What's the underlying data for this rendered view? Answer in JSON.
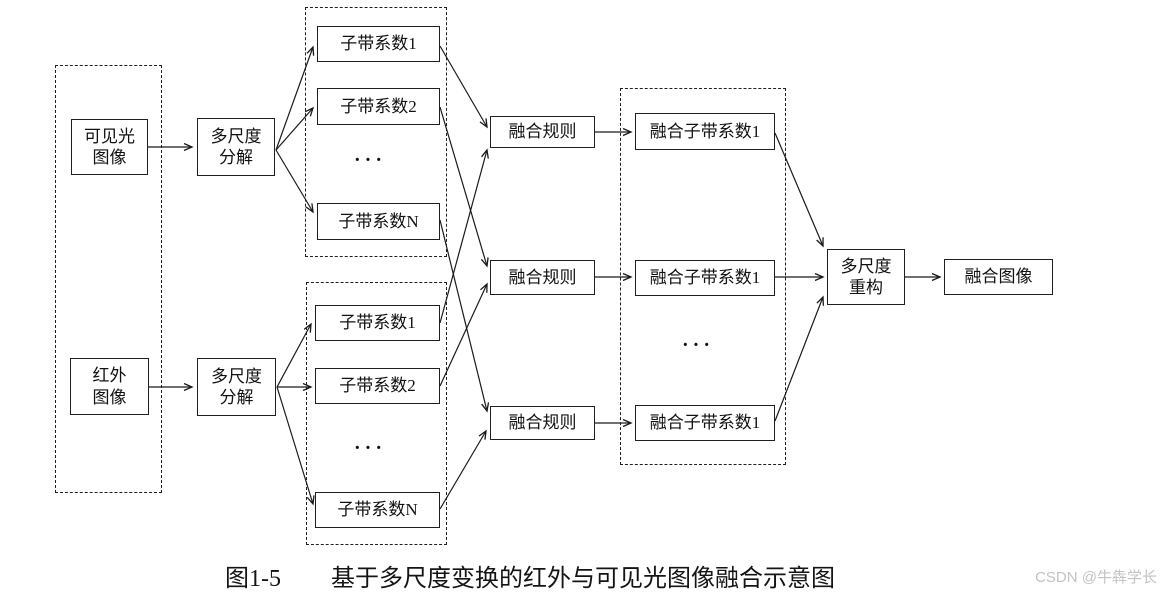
{
  "diagram": {
    "line_color": "#1a1a1a",
    "nodes": {
      "visible_image": "可见光\n图像",
      "infrared_image": "红外\n图像",
      "multiscale_decompose_top": "多尺度\n分解",
      "multiscale_decompose_bottom": "多尺度\n分解",
      "subband_top_1": "子带系数1",
      "subband_top_2": "子带系数2",
      "subband_top_n": "子带系数N",
      "subband_bottom_1": "子带系数1",
      "subband_bottom_2": "子带系数2",
      "subband_bottom_n": "子带系数N",
      "fusion_rule_1": "融合规则",
      "fusion_rule_2": "融合规则",
      "fusion_rule_3": "融合规则",
      "fused_subband_1": "融合子带系数1",
      "fused_subband_2": "融合子带系数1",
      "fused_subband_3": "融合子带系数1",
      "multiscale_reconstruct": "多尺度\n重构",
      "fused_image": "融合图像",
      "ellipsis_top": "···",
      "ellipsis_bottom": "···",
      "ellipsis_right": "···"
    }
  },
  "caption": {
    "figure_number": "图1-5",
    "title": "基于多尺度变换的红外与可见光图像融合示意图"
  },
  "watermark": {
    "text": "CSDN @牛犇学长"
  }
}
